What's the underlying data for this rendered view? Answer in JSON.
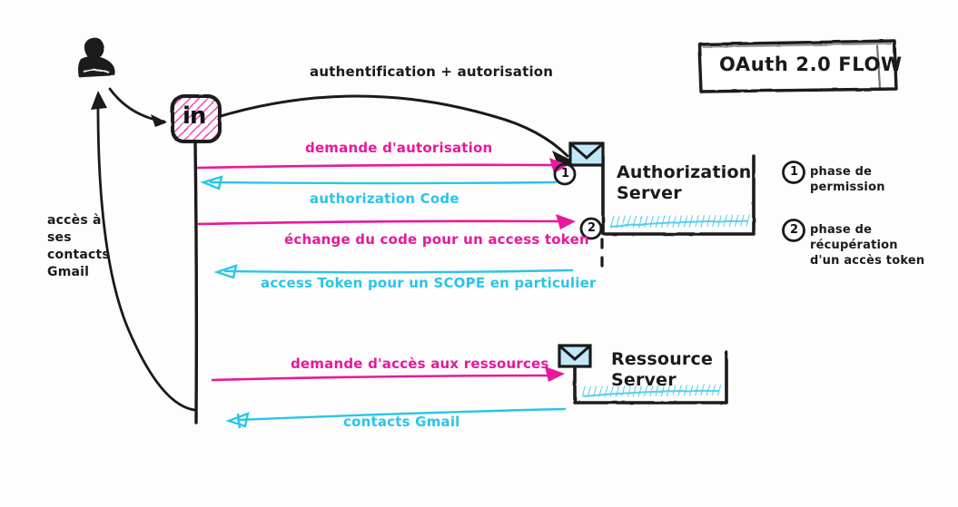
{
  "title": {
    "text": "OAuth 2.0 FLOW"
  },
  "actors": {
    "user": {
      "icon": "user-person-icon",
      "label": ""
    },
    "client": {
      "icon": "linkedin-in-icon",
      "label": "in"
    },
    "authorization_server": {
      "label": "Authorization\nServer",
      "line1": "Authorization",
      "line2": "Server",
      "icon": "envelope-icon"
    },
    "resource_server": {
      "label": "Ressource\nServer",
      "line1": "Ressource",
      "line2": "Server",
      "icon": "envelope-icon"
    }
  },
  "side_note": {
    "lines": [
      "accès à",
      "ses",
      "contacts",
      "Gmail"
    ],
    "text": "accès à ses contacts Gmail"
  },
  "top_flow": {
    "label": "authentification + autorisation"
  },
  "messages": [
    {
      "id": "auth-request",
      "label": "demande d'autorisation",
      "color": "#e8189c",
      "direction": "right",
      "marker": "1"
    },
    {
      "id": "authorization-code",
      "label": "authorization Code",
      "color": "#29c5e8",
      "direction": "left",
      "marker": ""
    },
    {
      "id": "code-exchange",
      "label": "échange du code pour un access token",
      "color": "#e8189c",
      "direction": "right",
      "marker": "2"
    },
    {
      "id": "access-token",
      "label": "access Token pour un SCOPE en particulier",
      "color": "#29c5e8",
      "direction": "left",
      "marker": ""
    },
    {
      "id": "resource-request",
      "label": "demande d'accès aux ressources",
      "color": "#e8189c",
      "direction": "right",
      "marker": ""
    },
    {
      "id": "gmail-contacts",
      "label": "contacts Gmail",
      "color": "#29c5e8",
      "direction": "left",
      "marker": ""
    }
  ],
  "legend": [
    {
      "number": "1",
      "line1": "phase de",
      "line2": "permission",
      "line3": ""
    },
    {
      "number": "2",
      "line1": "phase de",
      "line2": "récupération",
      "line3": "d'un accès token"
    }
  ],
  "markers": {
    "one": "1",
    "two": "2"
  },
  "colors": {
    "pink": "#e8189c",
    "cyan": "#29c5e8",
    "ink": "#1a1a1a",
    "paper": "#fdfdfd"
  }
}
